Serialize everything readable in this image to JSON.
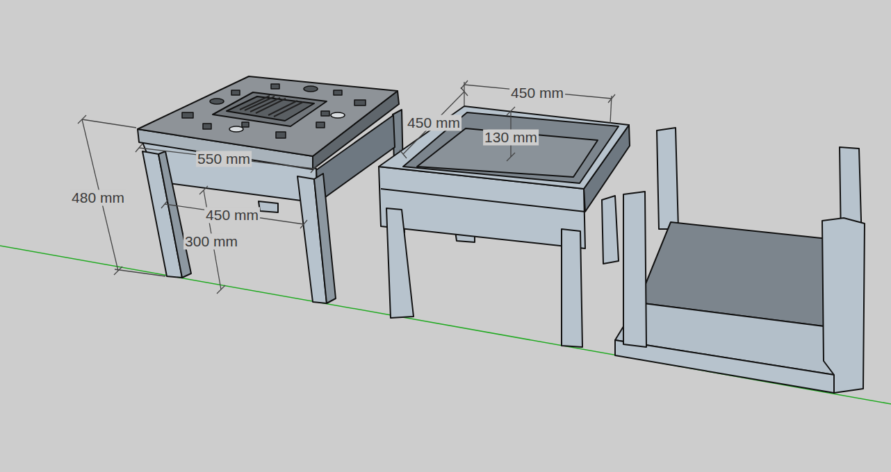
{
  "diagram": {
    "labels": [
      "480 mm",
      "550 mm",
      "450 mm",
      "300 mm",
      "450 mm",
      "450 mm",
      "130 mm"
    ]
  }
}
